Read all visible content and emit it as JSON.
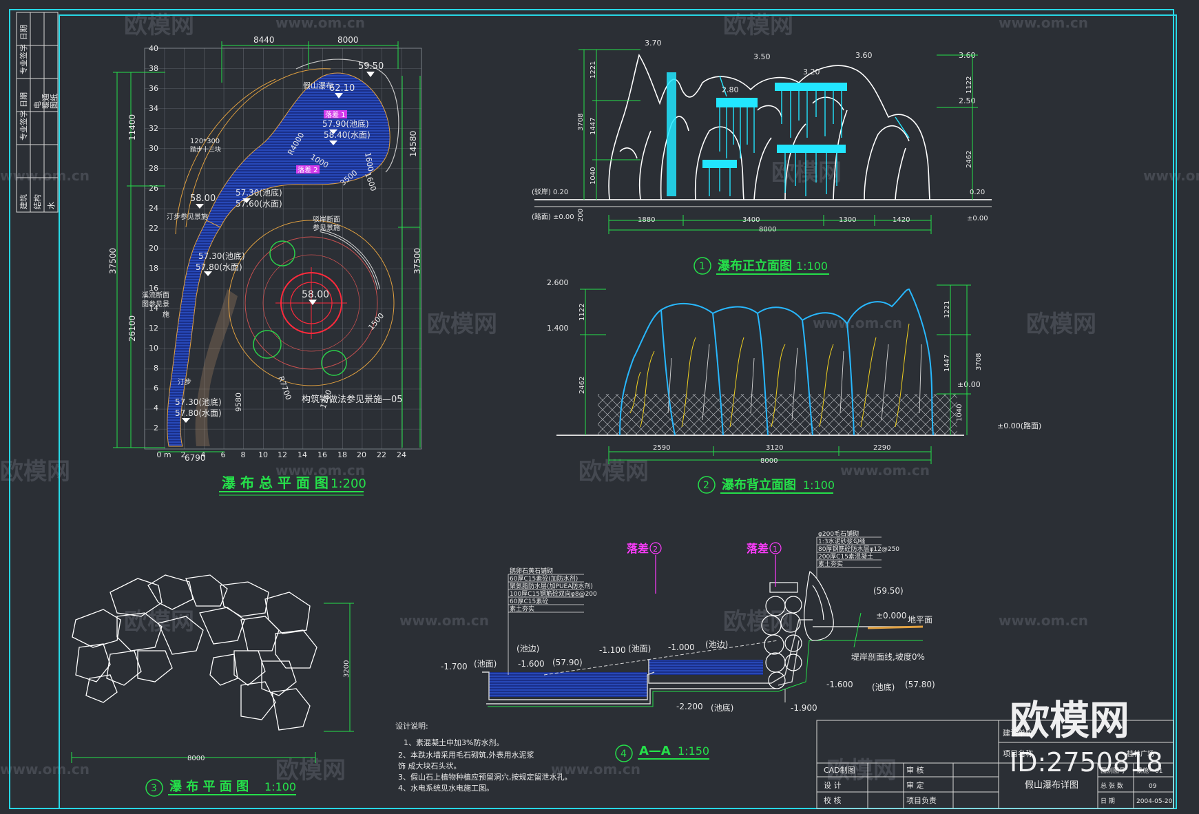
{
  "colors": {
    "background": "#2b2f35",
    "frame": "#27d8e6",
    "dim": "#25e04a",
    "text": "#e8e8e8",
    "water": "#1f3fb8",
    "magenta": "#ff3cff",
    "red": "#ff2a3c",
    "yellow": "#f0d020",
    "cyan": "#22e6ff",
    "blue_outline": "#28b8ff",
    "orange": "#e0a040"
  },
  "watermark": {
    "brand_cn": "欧模网",
    "url": "www.om.cn",
    "logo_cn": "欧模网",
    "logo_id": "ID:2750818"
  },
  "left_strip": {
    "labels": [
      "日期",
      "专业签字",
      "日期",
      "专业签字",
      "建筑",
      "结构",
      "水",
      "电",
      "暖通",
      "图纸"
    ]
  },
  "plan": {
    "title": "瀑 布 总 平 面 图",
    "scale": "1:200",
    "dims_top": [
      "8440",
      "8000"
    ],
    "dim_left": [
      "11400",
      "37500",
      "26100"
    ],
    "dim_right": [
      "14580",
      "37500"
    ],
    "dim_bottom": "6790",
    "y_ticks": [
      "40",
      "38",
      "36",
      "34",
      "32",
      "30",
      "28",
      "26",
      "24",
      "22",
      "20",
      "18",
      "16",
      "14",
      "12",
      "10",
      "8",
      "6",
      "4",
      "2"
    ],
    "x_ticks": [
      "0 m",
      "2",
      "4",
      "6",
      "8",
      "10",
      "12",
      "14",
      "16",
      "18",
      "20",
      "22",
      "24"
    ],
    "labels": {
      "top_elev": "59.50",
      "rock_label": "假山瀑布",
      "rock_elev": "62.10",
      "drop1": "落差 1",
      "pool1_bottom": "57.90(池底)",
      "pool1_water": "58.40(水面)",
      "tile": "120*300",
      "tile2": "踏步十三块",
      "drop2": "落差 2",
      "elev58": "58.00",
      "pool2_bottom": "57.30(池底)",
      "pool2_water": "57.60(水面)",
      "step_ref": "汀步参见景施",
      "pool_ref": "驳岸断面",
      "pool_ref2": "参见景施",
      "pool3_bottom": "57.30(池底)",
      "pool3_water": "57.80(水面)",
      "center_elev": "58.00",
      "creek_ref": "溪流断面",
      "creek_ref2": "图参见景",
      "creek_ref3": "施",
      "stepping": "汀步",
      "pool4_bottom": "57.30(池底)",
      "pool4_water": "57.80(水面)",
      "ditch_ref": "构筑物做法参见景施—05",
      "r7700": "R7700",
      "d9580": "9580",
      "d1600a": "1600",
      "d1600b": "1600",
      "d1000": "1000",
      "d3500": "3500",
      "d1500": "1500",
      "d1700": "1700",
      "r4000": "R4000"
    }
  },
  "front": {
    "title": "瀑布正立面图",
    "number": "1",
    "scale": "1:100",
    "elevs": [
      "3.70",
      "3.50",
      "3.20",
      "3.60",
      "3.60",
      "2.80",
      "2.50"
    ],
    "left_dims": [
      "1221",
      "3708",
      "1447",
      "1040"
    ],
    "right_dims": [
      "1122",
      "2462"
    ],
    "left_base": "(驳岸) 0.20",
    "left_ground": "(路面) ±0.00",
    "right_base": "0.20",
    "right_ground": "±0.00",
    "d200": "200",
    "bottom_dims": [
      "1880",
      "3400",
      "1300",
      "1420"
    ],
    "total": "8000"
  },
  "back": {
    "title": "瀑布背立面图",
    "number": "2",
    "scale": "1:100",
    "left_elevs": [
      "2.600",
      "1.400"
    ],
    "left_dims": [
      "1122",
      "2462"
    ],
    "right_dims": [
      "1221",
      "1447",
      "3708",
      "1040"
    ],
    "right_elev": "±0.00",
    "ground": "±0.00(路面)",
    "bottom_dims": [
      "2590",
      "3120",
      "2290"
    ],
    "total": "8000"
  },
  "rock_plan": {
    "title": "瀑 布 平 面 图",
    "number": "3",
    "scale": "1:100",
    "width": "8000",
    "height": "3200"
  },
  "section": {
    "title": "A—A",
    "number": "4",
    "scale": "1:150",
    "drop1": "落差",
    "drop1_n": "1",
    "drop2": "落差",
    "drop2_n": "2",
    "notes_left": [
      "鹅卵石黄石铺砌",
      "60厚C15素砼(加防水剂)",
      "聚氨脂防水层(加PUEA防水剂)",
      "100厚C15钢筋砼双向φ8@200",
      "60厚C15素砼",
      "素土夯实"
    ],
    "notes_right": [
      "φ200毛石铺砌",
      "1:3水泥砂浆勾缝",
      "80厚钢筋砼防水层φ12@250",
      "200厚C15素混凝土",
      "素土夯实"
    ],
    "labels": {
      "e1700": "-1.700",
      "pool_surface": "(池面)",
      "e1600a": "-1.600",
      "pool_edge": "(池边)",
      "e5790": "(57.90)",
      "e1100": "-1.100",
      "pool_surface2": "(池面)",
      "e1000": "-1.000",
      "pool_edge2": "(池边)",
      "e2200": "-2.200",
      "pool_bottom": "(池底)",
      "e5950": "(59.50)",
      "e000": "±0.000",
      "ground": "地平面",
      "shore": "堤岸剖面线,坡度0%",
      "e1600b": "-1.600",
      "pool_bottom2": "(池底)",
      "e5780": "(57.80)",
      "e1900": "-1.900"
    }
  },
  "notes": {
    "title": "设计说明:",
    "items": [
      "1、素混凝土中加3%防水剂。",
      "2、本跌水墙采用毛石砌筑,外表用水泥浆",
      "饰  成大块石头状。",
      "3、假山石上植物种植应预留洞穴,按规定留泄水孔。",
      "4、水电系统见水电施工图。"
    ]
  },
  "title_block": {
    "company": "建设单位",
    "project": "项目名称",
    "cad": "CAD制图",
    "check": "审    核",
    "design": "设    计",
    "approve": "审    定",
    "proof": "校    核",
    "leader": "项目负责",
    "drawing_name": "假山瀑布详图",
    "sheet_no_label": "图别图号",
    "sheet_no": "景施—01",
    "total_label": "总 张 数",
    "total": "09",
    "date_label": "日    期",
    "date": "2004-05-20",
    "owner": "桂林广场"
  }
}
